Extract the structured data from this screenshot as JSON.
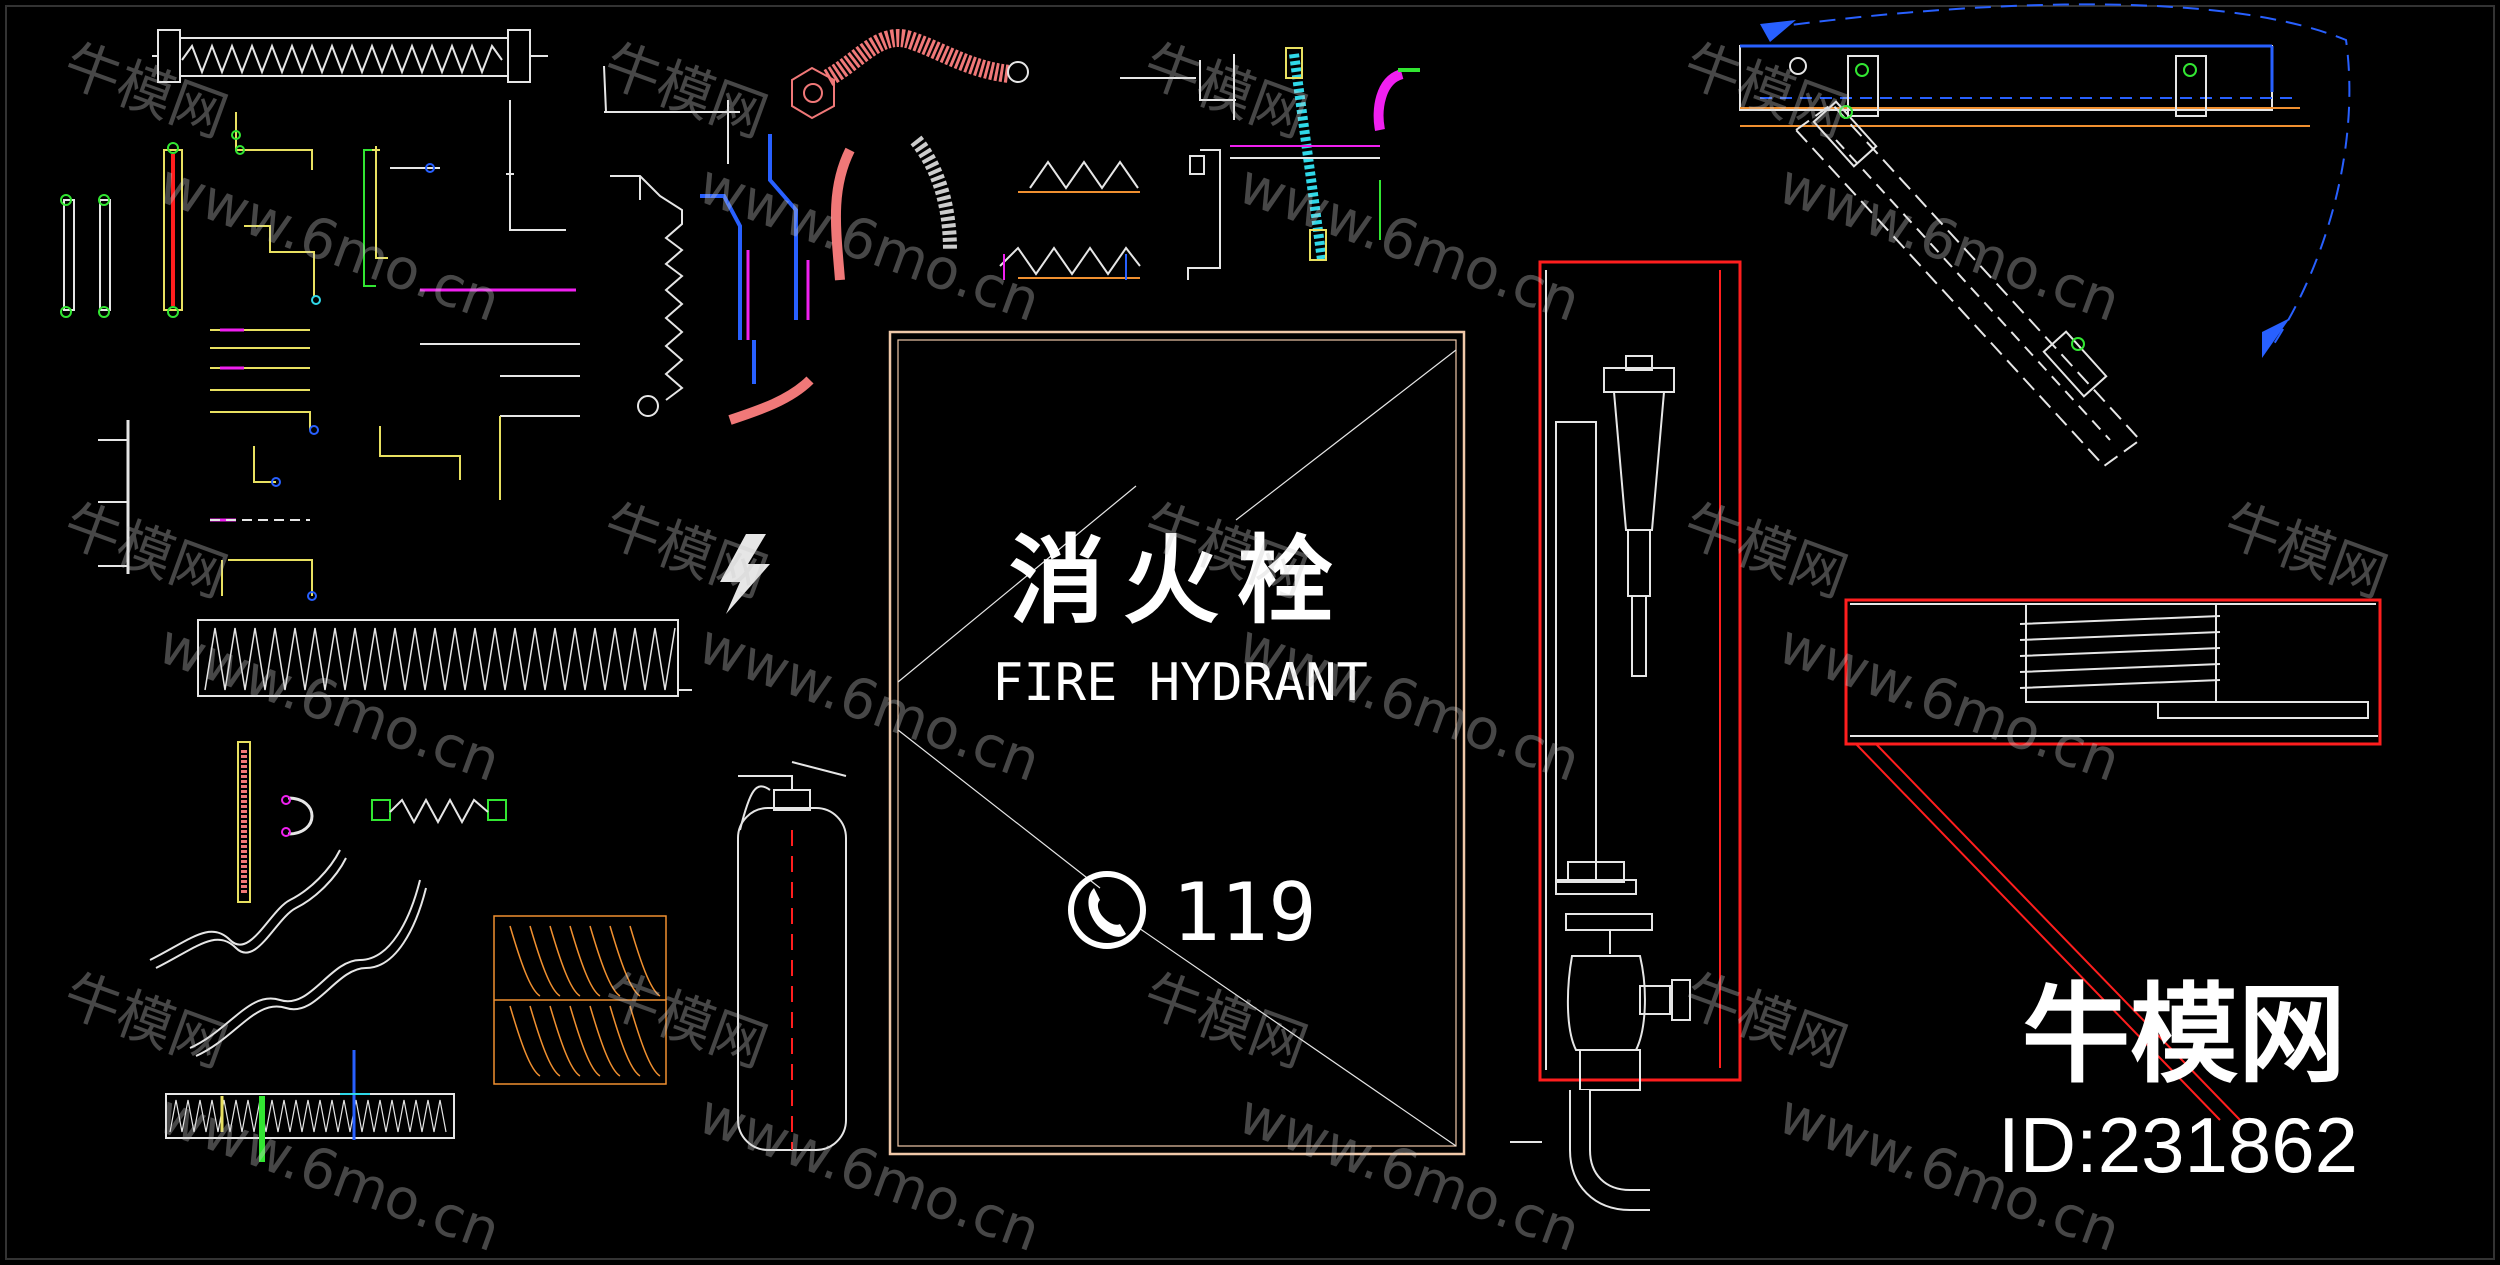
{
  "colors": {
    "background": "#000000",
    "frame_panel": "#f0c8a8",
    "cabinet_red": "#ff1e1e",
    "hose_pink": "#f07878",
    "cad_white": "#e6e6e6",
    "cad_yellow": "#e8e060",
    "cad_green": "#32e632",
    "cad_cyan": "#30d8e8",
    "cad_blue": "#2860ff",
    "cad_magenta": "#f020f0",
    "cad_orange": "#f09030",
    "watermark": "#cccccc"
  },
  "hydrant_sign": {
    "title_cn": "消火栓",
    "title_en": "FIRE HYDRANT",
    "phone_icon": "phone-icon",
    "phone_number": "119"
  },
  "brand": {
    "name": "牛模网",
    "id_text": "ID:231862"
  },
  "watermark": {
    "site_name": "牛模网",
    "url": "www.6mo.cn"
  },
  "icons": {
    "lightning": "lightning-icon",
    "extinguisher": "fire-extinguisher-icon",
    "valve": "valve-icon",
    "nozzle": "nozzle-icon"
  }
}
